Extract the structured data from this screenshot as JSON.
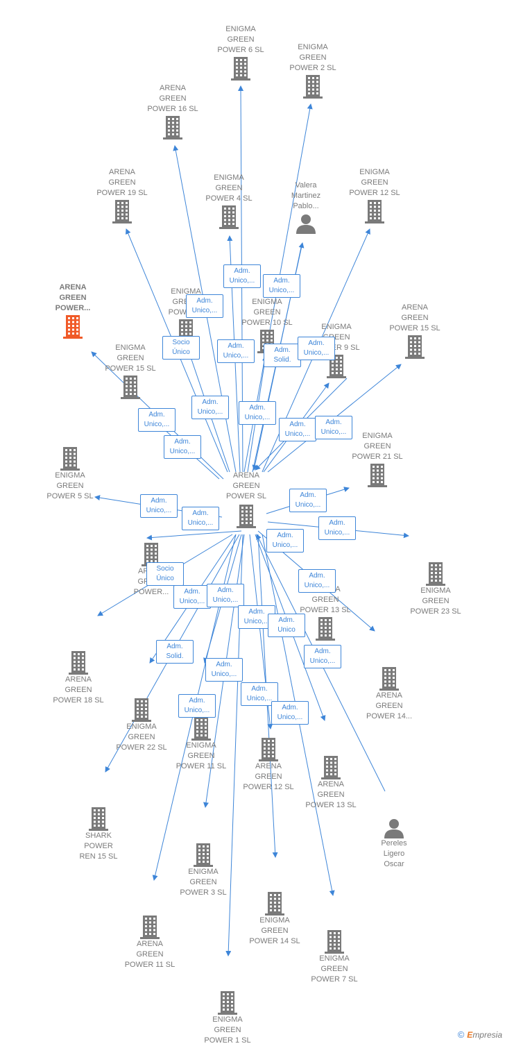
{
  "center": {
    "id": "center",
    "label": "ARENA\nGREEN\nPOWER  SL",
    "type": "company"
  },
  "nodes": [
    {
      "id": "enigma6",
      "label": "ENIGMA\nGREEN\nPOWER 6  SL",
      "type": "company"
    },
    {
      "id": "enigma2",
      "label": "ENIGMA\nGREEN\nPOWER 2  SL",
      "type": "company"
    },
    {
      "id": "arena16",
      "label": "ARENA\nGREEN\nPOWER 16  SL",
      "type": "company"
    },
    {
      "id": "arena19",
      "label": "ARENA\nGREEN\nPOWER 19  SL",
      "type": "company"
    },
    {
      "id": "enigma4",
      "label": "ENIGMA\nGREEN\nPOWER 4  SL",
      "type": "company"
    },
    {
      "id": "valera",
      "label": "Valera\nMartinez\nPablo...",
      "type": "person"
    },
    {
      "id": "enigma12",
      "label": "ENIGMA\nGREEN\nPOWER 12  SL",
      "type": "company"
    },
    {
      "id": "arenaPowerHL",
      "label": "ARENA\nGREEN\nPOWER...",
      "type": "company",
      "highlight": true
    },
    {
      "id": "enigmaX",
      "label": "ENIGMA\nGREEN\nPOWER...",
      "type": "company"
    },
    {
      "id": "enigma10",
      "label": "ENIGMA\nGREEN\nPOWER 10  SL",
      "type": "company"
    },
    {
      "id": "enigma9",
      "label": "ENIGMA\nGREEN\nPOWER 9  SL",
      "type": "company"
    },
    {
      "id": "arena15",
      "label": "ARENA\nGREEN\nPOWER 15  SL",
      "type": "company"
    },
    {
      "id": "enigma15",
      "label": "ENIGMA\nGREEN\nPOWER 15  SL",
      "type": "company"
    },
    {
      "id": "enigma21",
      "label": "ENIGMA\nGREEN\nPOWER 21  SL",
      "type": "company"
    },
    {
      "id": "enigma5",
      "label": "ENIGMA\nGREEN\nPOWER 5  SL",
      "type": "company"
    },
    {
      "id": "arenaX",
      "label": "ARENA\nGREEN\nPOWER...",
      "type": "company"
    },
    {
      "id": "enigma23",
      "label": "ENIGMA\nGREEN\nPOWER 23  SL",
      "type": "company"
    },
    {
      "id": "enigma13",
      "label": "ENIGMA\nGREEN\nPOWER 13  SL",
      "type": "company"
    },
    {
      "id": "arena18",
      "label": "ARENA\nGREEN\nPOWER 18  SL",
      "type": "company"
    },
    {
      "id": "arena14",
      "label": "ARENA\nGREEN\nPOWER 14...",
      "type": "company"
    },
    {
      "id": "enigma22",
      "label": "ENIGMA\nGREEN\nPOWER 22  SL",
      "type": "company"
    },
    {
      "id": "power11",
      "label": "ENIGMA\nGREEN\nPOWER 11  SL",
      "type": "company"
    },
    {
      "id": "arena12",
      "label": "ARENA\nGREEN\nPOWER 12  SL",
      "type": "company"
    },
    {
      "id": "arena13",
      "label": "ARENA\nGREEN\nPOWER 13  SL",
      "type": "company"
    },
    {
      "id": "shark15",
      "label": "SHARK\nPOWER\nREN 15  SL",
      "type": "company"
    },
    {
      "id": "pereles",
      "label": "Pereles\nLigero\nOscar",
      "type": "person"
    },
    {
      "id": "enigma3",
      "label": "ENIGMA\nGREEN\nPOWER 3  SL",
      "type": "company"
    },
    {
      "id": "enigma14",
      "label": "ENIGMA\nGREEN\nPOWER 14  SL",
      "type": "company"
    },
    {
      "id": "arena11",
      "label": "ARENA\nGREEN\nPOWER 11  SL",
      "type": "company"
    },
    {
      "id": "enigma7",
      "label": "ENIGMA\nGREEN\nPOWER 7  SL",
      "type": "company"
    },
    {
      "id": "enigma1",
      "label": "ENIGMA\nGREEN\nPOWER 1  SL",
      "type": "company"
    }
  ],
  "edge_labels": [
    {
      "id": "l1",
      "text": "Adm.\nUnico,..."
    },
    {
      "id": "l2",
      "text": "Adm.\nUnico,..."
    },
    {
      "id": "l3",
      "text": "Adm.\nUnico,..."
    },
    {
      "id": "l4",
      "text": "Socio\nÚnico"
    },
    {
      "id": "l5",
      "text": "Adm.\nUnico,..."
    },
    {
      "id": "l6",
      "text": "Adm.\nSolid."
    },
    {
      "id": "l7",
      "text": "Adm.\nUnico,..."
    },
    {
      "id": "l8",
      "text": "Adm.\nUnico,..."
    },
    {
      "id": "l9",
      "text": "Adm.\nUnico,..."
    },
    {
      "id": "l10",
      "text": "Adm.\nUnico,..."
    },
    {
      "id": "l11",
      "text": "Adm.\nUnico,..."
    },
    {
      "id": "l12",
      "text": "Adm.\nUnico,..."
    },
    {
      "id": "l13",
      "text": "Adm.\nUnico,..."
    },
    {
      "id": "l14",
      "text": "Adm.\nUnico,..."
    },
    {
      "id": "l15",
      "text": "Adm.\nUnico,..."
    },
    {
      "id": "l16",
      "text": "Adm.\nUnico,..."
    },
    {
      "id": "l17",
      "text": "Adm.\nUnico,..."
    },
    {
      "id": "l18",
      "text": "Adm.\nUnico,..."
    },
    {
      "id": "l19",
      "text": "Socio\nÚnico"
    },
    {
      "id": "l20",
      "text": "Adm.\nUnico,..."
    },
    {
      "id": "l21",
      "text": "Adm.\nUnico,..."
    },
    {
      "id": "l22",
      "text": "Adm.\nUnico,..."
    },
    {
      "id": "l23",
      "text": "Adm.\nUnico,..."
    },
    {
      "id": "l24",
      "text": "Adm.\nUnico"
    },
    {
      "id": "l25",
      "text": "Adm.\nSolid."
    },
    {
      "id": "l26",
      "text": "Adm.\nUnico,..."
    },
    {
      "id": "l27",
      "text": "Adm.\nUnico,..."
    },
    {
      "id": "l28",
      "text": "Adm.\nUnico,..."
    },
    {
      "id": "l29",
      "text": "Adm.\nUnico,..."
    },
    {
      "id": "l30",
      "text": "Adm.\nUnico,..."
    }
  ],
  "colors": {
    "edge": "#3d85d8",
    "icon": "#7a7a7a",
    "highlight": "#f05a28",
    "label": "#7a7a7a"
  },
  "footer": {
    "copyright": "©",
    "brand_initial": "E",
    "brand_rest": "mpresia"
  }
}
